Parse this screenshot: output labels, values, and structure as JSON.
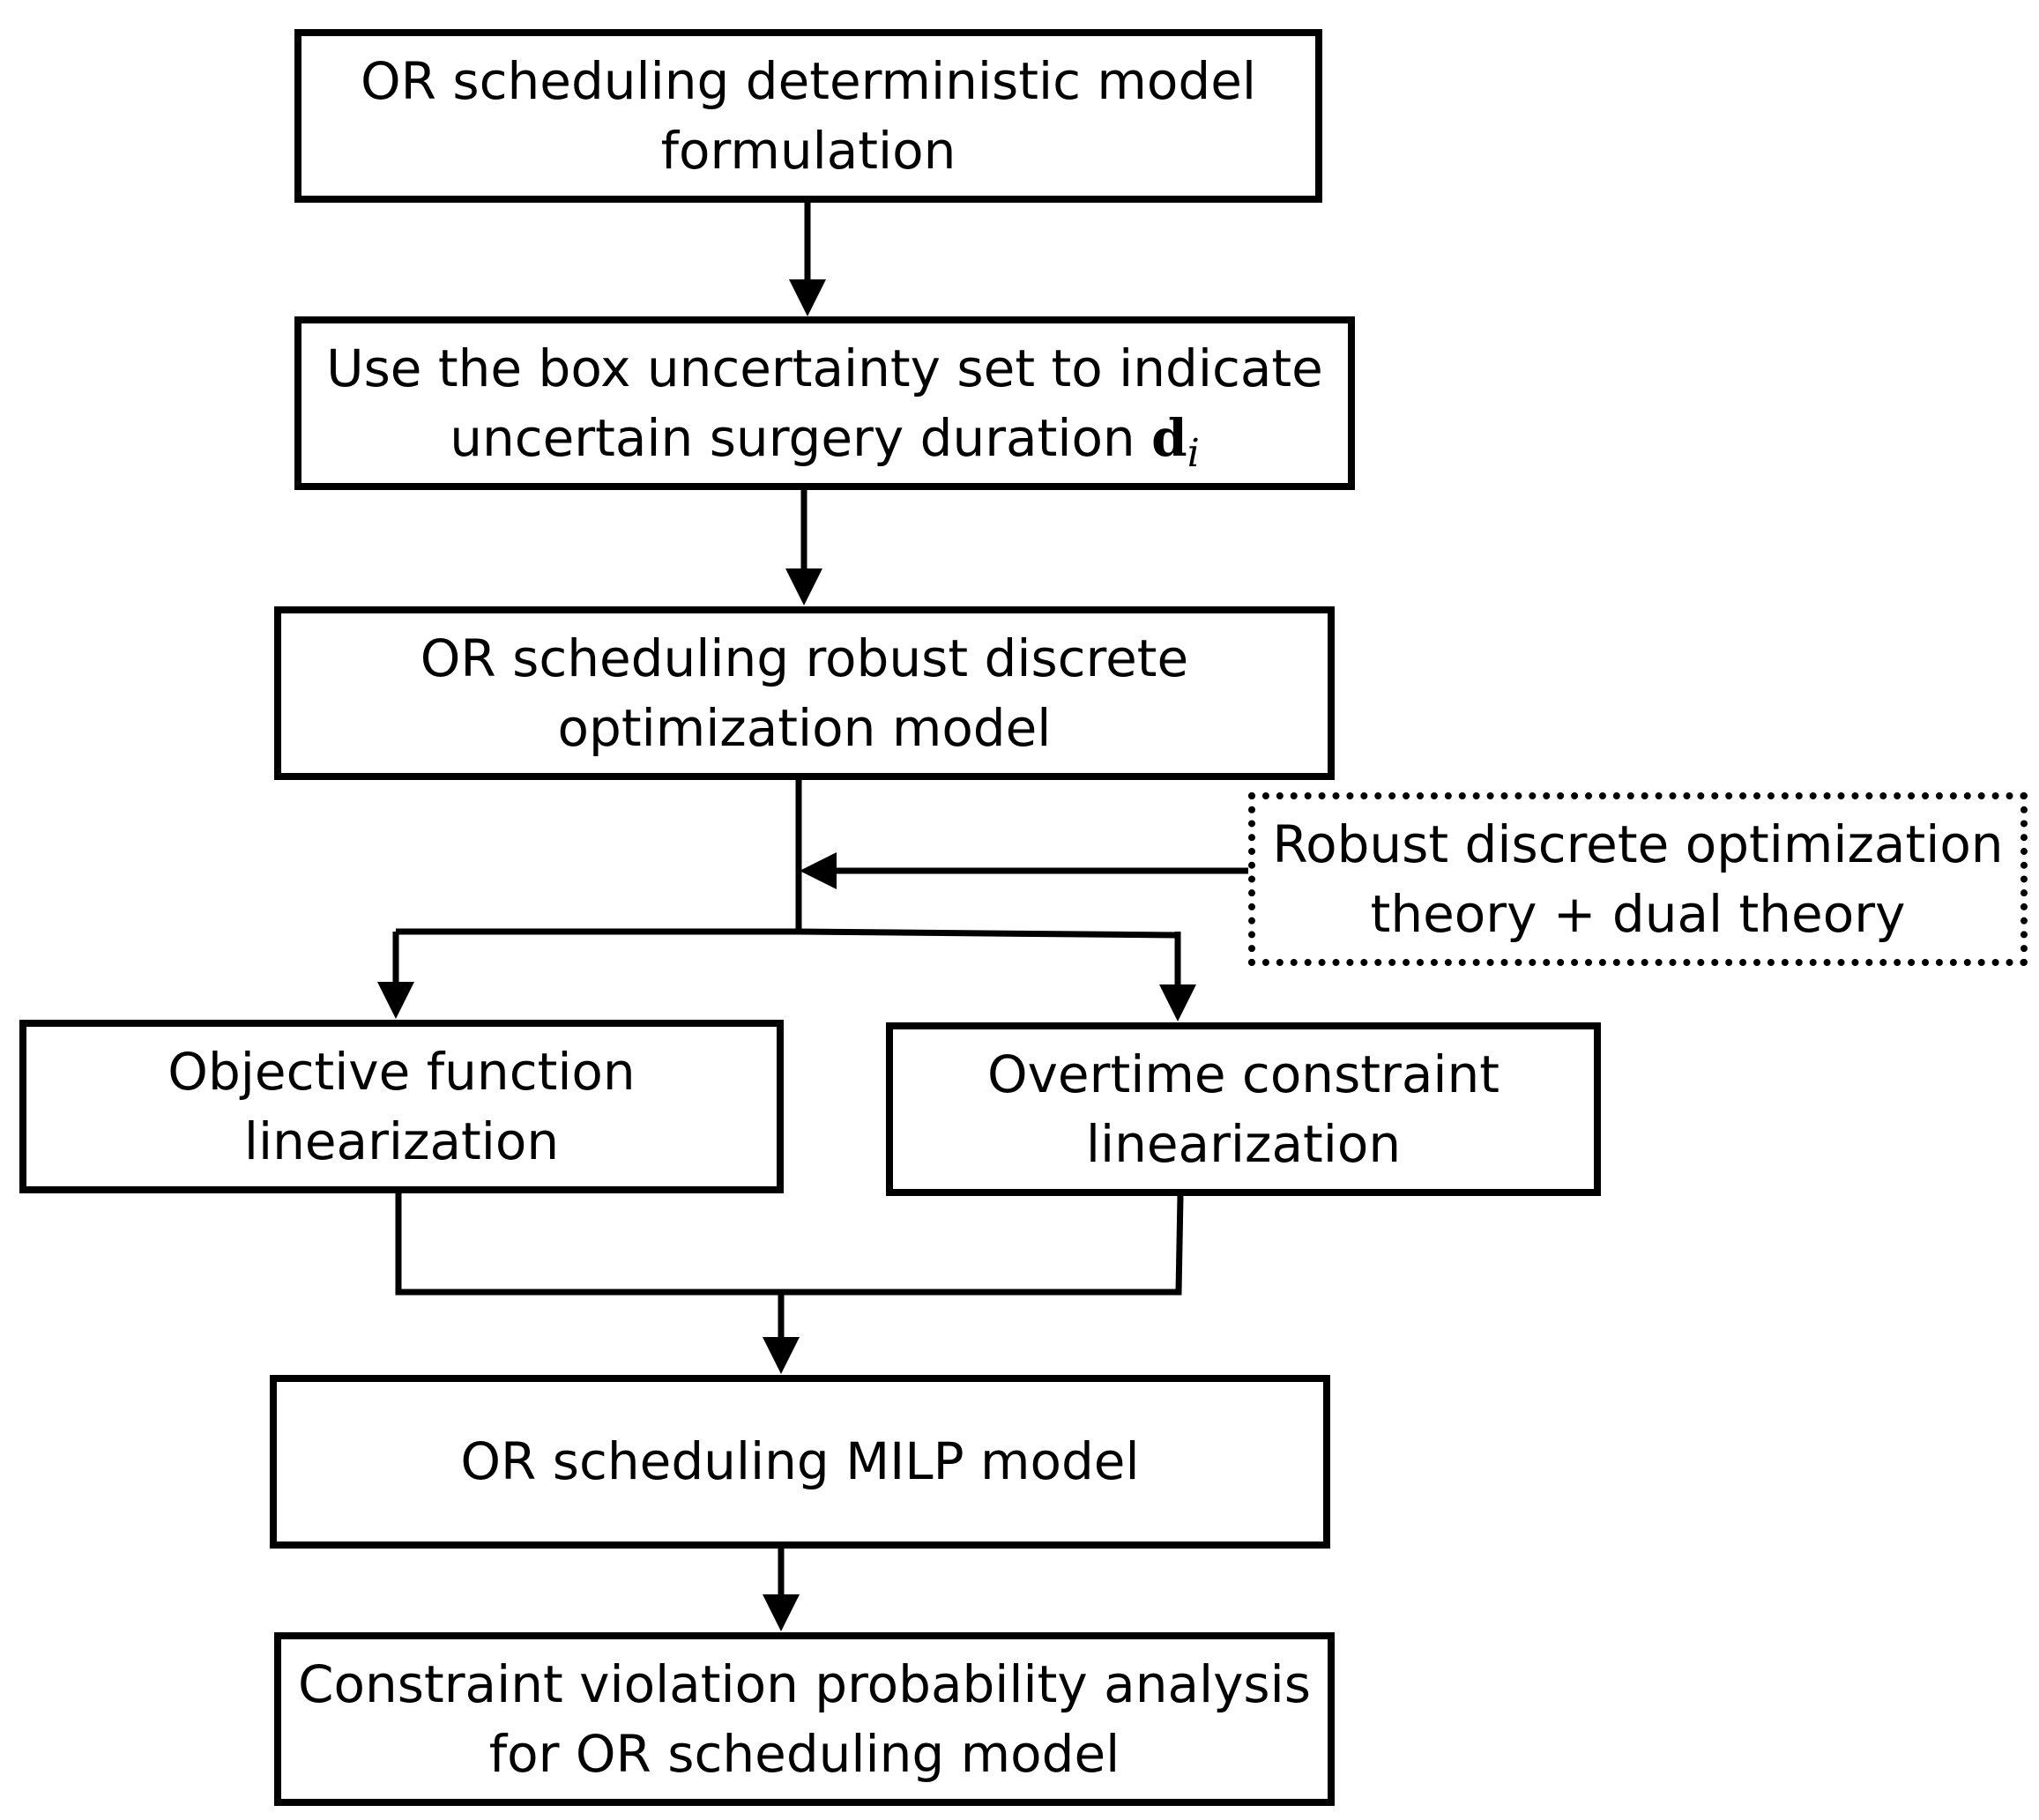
{
  "diagram": {
    "nodes": {
      "deterministic": {
        "label": "OR scheduling deterministic model\nformulation"
      },
      "uncertainty": {
        "label": "Use the box uncertainty set to indicate\nuncertain surgery duration ",
        "symbol": "d",
        "symbol_subscript": "i"
      },
      "robust": {
        "label": "OR scheduling robust discrete\noptimization model"
      },
      "theory": {
        "label": "Robust discrete optimization\ntheory + dual theory",
        "border_style": "dotted"
      },
      "objective": {
        "label": "Objective function\nlinearization"
      },
      "overtime": {
        "label": "Overtime constraint\nlinearization"
      },
      "milp": {
        "label": "OR scheduling MILP model"
      },
      "violation": {
        "label": "Constraint violation probability analysis\nfor OR scheduling model"
      }
    },
    "edges": [
      {
        "from": "deterministic",
        "to": "uncertainty"
      },
      {
        "from": "uncertainty",
        "to": "robust"
      },
      {
        "from": "theory",
        "to": "robust-edge"
      },
      {
        "from": "robust",
        "to": "objective"
      },
      {
        "from": "robust",
        "to": "overtime"
      },
      {
        "from": "objective",
        "to": "milp"
      },
      {
        "from": "overtime",
        "to": "milp"
      },
      {
        "from": "milp",
        "to": "violation"
      }
    ],
    "colors": {
      "line": "#000000",
      "box_fill": "#ffffff",
      "background": "#ffffff"
    }
  }
}
